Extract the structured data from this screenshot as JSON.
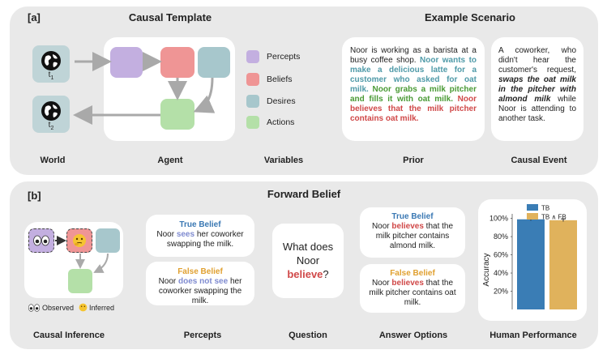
{
  "panel_a": {
    "tag": "[a]",
    "title_left": "Causal Template",
    "title_right": "Example Scenario",
    "world": {
      "t1": "t",
      "t1_sub": "1",
      "t2": "t",
      "t2_sub": "2",
      "label": "World"
    },
    "agent_label": "Agent",
    "variables": {
      "label": "Variables",
      "items": [
        {
          "name": "Percepts",
          "color": "#c3afe0"
        },
        {
          "name": "Beliefs",
          "color": "#ef9595"
        },
        {
          "name": "Desires",
          "color": "#a7c7cc"
        },
        {
          "name": "Actions",
          "color": "#b4e0a8"
        }
      ]
    },
    "prior": {
      "label": "Prior",
      "p1": "Noor is working as a barista at a busy coffee shop.",
      "p2": "Noor wants to make a delicious latte for a customer who asked for oat milk.",
      "p3": "Noor grabs a milk pitcher and fills it with oat milk.",
      "p4": "Noor believes that the milk pitcher contains oat milk."
    },
    "causal_event": {
      "label": "Causal Event",
      "p1": "A coworker, who didn't hear the customer's request,",
      "p2": "swaps the oat milk in the pitcher with almond milk",
      "p3": "while Noor is attending to another task."
    }
  },
  "panel_b": {
    "tag": "[b]",
    "title": "Forward Belief",
    "causal_inference": {
      "label": "Causal Inference",
      "observed": "Observed",
      "inferred": "Inferred"
    },
    "percepts": {
      "label": "Percepts",
      "true_title": "True Belief",
      "true_pre": "Noor ",
      "true_verb": "sees",
      "true_post": " her coworker swapping the milk.",
      "false_title": "False Belief",
      "false_pre": "Noor ",
      "false_verb": "does not see",
      "false_post": " her coworker swapping the milk."
    },
    "question": {
      "label": "Question",
      "pre": "What does Noor",
      "verb": "believe",
      "post": "?"
    },
    "answers": {
      "label": "Answer Options",
      "true_title": "True Belief",
      "true_pre": "Noor ",
      "true_verb": "believes",
      "true_post": " that the milk pitcher contains almond milk.",
      "false_title": "False Belief",
      "false_pre": "Noor ",
      "false_verb": "believes",
      "false_post": " that the milk pitcher contains oat milk."
    },
    "human_performance": {
      "label": "Human Performance"
    }
  },
  "chart_data": {
    "type": "bar",
    "categories": [
      "TB",
      "TB ∧ FB"
    ],
    "series": [
      {
        "name": "TB",
        "values": [
          99
        ],
        "color": "#3a7db5"
      },
      {
        "name": "TB ∧ FB",
        "values": [
          98
        ],
        "color": "#e0b25c"
      }
    ],
    "error": [
      1.5,
      1.5
    ],
    "ylabel": "Accuracy",
    "yticks": [
      "20%",
      "40%",
      "60%",
      "80%",
      "100%"
    ],
    "ytick_values": [
      20,
      40,
      60,
      80,
      100
    ],
    "ylim": [
      0,
      105
    ],
    "legend": "top"
  }
}
